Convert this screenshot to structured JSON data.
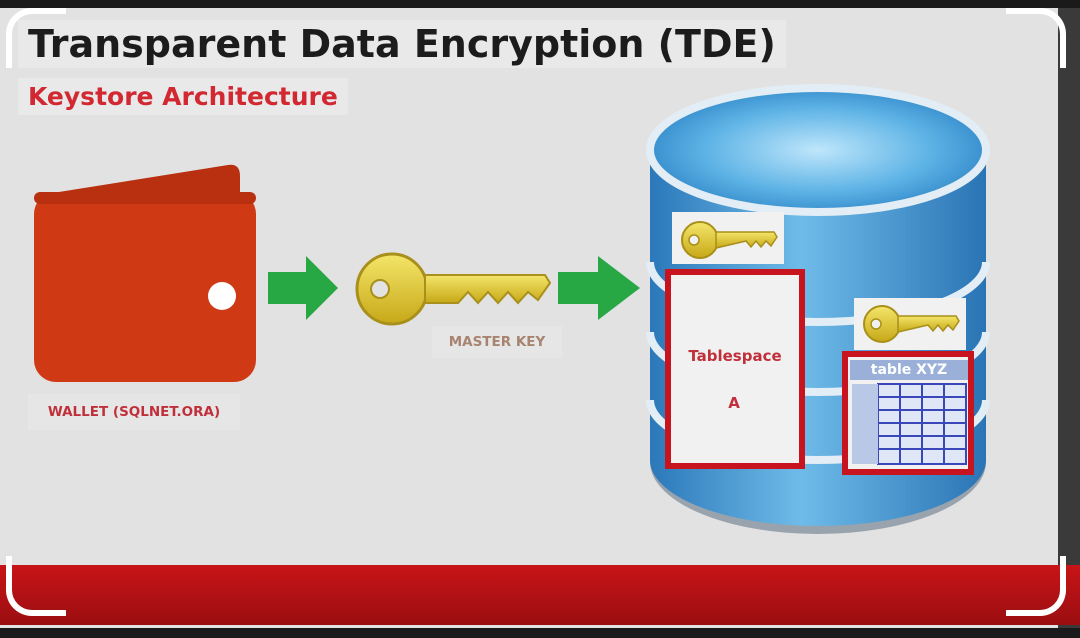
{
  "title": "Transparent Data Encryption (TDE)",
  "subtitle": "Keystore Architecture",
  "wallet": {
    "label": "WALLET (SQLNET.ORA)"
  },
  "master_key": {
    "label": "MASTER KEY"
  },
  "database": {
    "tablespace_label": "Tablespace",
    "tablespace_name": "A",
    "table_label": "table XYZ"
  },
  "colors": {
    "wallet": "#cf3a14",
    "arrow": "#27a845",
    "key": "#d9c21f",
    "database": "#3f8fd0",
    "highlight_border": "#c8141e",
    "accent_bar": "#c81418"
  },
  "icons": [
    "wallet-icon",
    "arrow-right-icon",
    "key-icon",
    "database-icon",
    "table-grid-icon"
  ]
}
